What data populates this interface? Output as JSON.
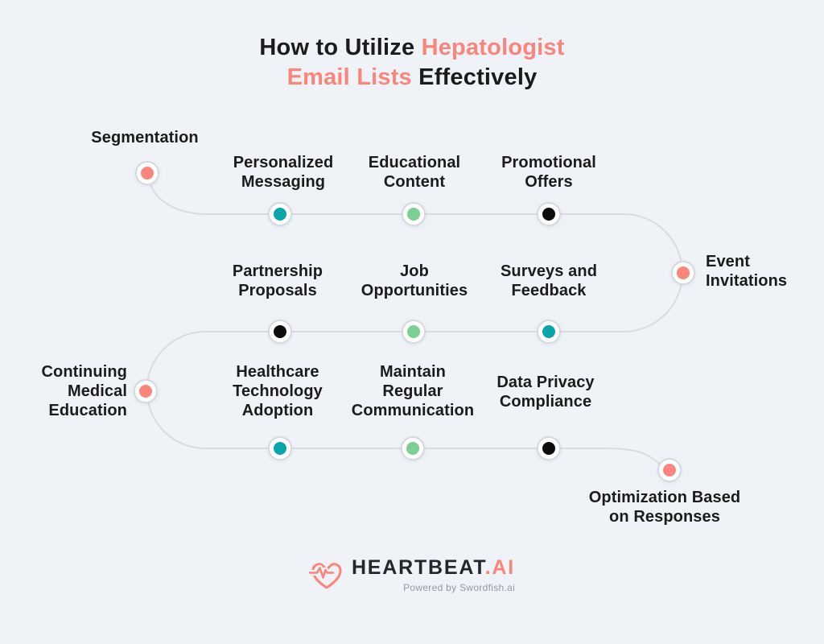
{
  "title": {
    "line1_black": "How to Utilize",
    "line1_accent": "Hepatologist",
    "line2_accent": "Email Lists",
    "line2_black": "Effectively"
  },
  "colors": {
    "background": "#EFF3F8",
    "accent_coral": "#F9857B",
    "teal": "#09A6A9",
    "green": "#7BCE94",
    "black_dot": "#0D0D0D",
    "path_line": "#D9DCDF",
    "ring_border": "#D7DADD",
    "text": "#1B1B1B",
    "tagline_gray": "#9199A1"
  },
  "nodes": [
    {
      "label": "Segmentation",
      "color": "accent_coral",
      "lines": [
        "Segmentation"
      ]
    },
    {
      "label": "Personalized Messaging",
      "color": "teal",
      "lines": [
        "Personalized",
        "Messaging"
      ]
    },
    {
      "label": "Educational Content",
      "color": "green",
      "lines": [
        "Educational",
        "Content"
      ]
    },
    {
      "label": "Promotional Offers",
      "color": "black_dot",
      "lines": [
        "Promotional",
        "Offers"
      ]
    },
    {
      "label": "Event Invitations",
      "color": "accent_coral",
      "lines": [
        "Event",
        "Invitations"
      ]
    },
    {
      "label": "Partnership Proposals",
      "color": "black_dot",
      "lines": [
        "Partnership",
        "Proposals"
      ]
    },
    {
      "label": "Job Opportunities",
      "color": "green",
      "lines": [
        "Job",
        "Opportunities"
      ]
    },
    {
      "label": "Surveys and Feedback",
      "color": "teal",
      "lines": [
        "Surveys and",
        "Feedback"
      ]
    },
    {
      "label": "Continuing Medical Education",
      "color": "accent_coral",
      "lines": [
        "Continuing",
        "Medical",
        "Education"
      ]
    },
    {
      "label": "Healthcare Technology Adoption",
      "color": "teal",
      "lines": [
        "Healthcare",
        "Technology",
        "Adoption"
      ]
    },
    {
      "label": "Maintain Regular Communication",
      "color": "green",
      "lines": [
        "Maintain",
        "Regular",
        "Communication"
      ]
    },
    {
      "label": "Data Privacy Compliance",
      "color": "black_dot",
      "lines": [
        "Data Privacy",
        "Compliance"
      ]
    },
    {
      "label": "Optimization Based on Responses",
      "color": "accent_coral",
      "lines": [
        "Optimization Based",
        "on Responses"
      ]
    }
  ],
  "footer": {
    "brand_main": "HEARTBEAT",
    "brand_suffix": ".AI",
    "tagline": "Powered by Swordfish.ai",
    "heart_icon": "heart-ekg-icon"
  }
}
